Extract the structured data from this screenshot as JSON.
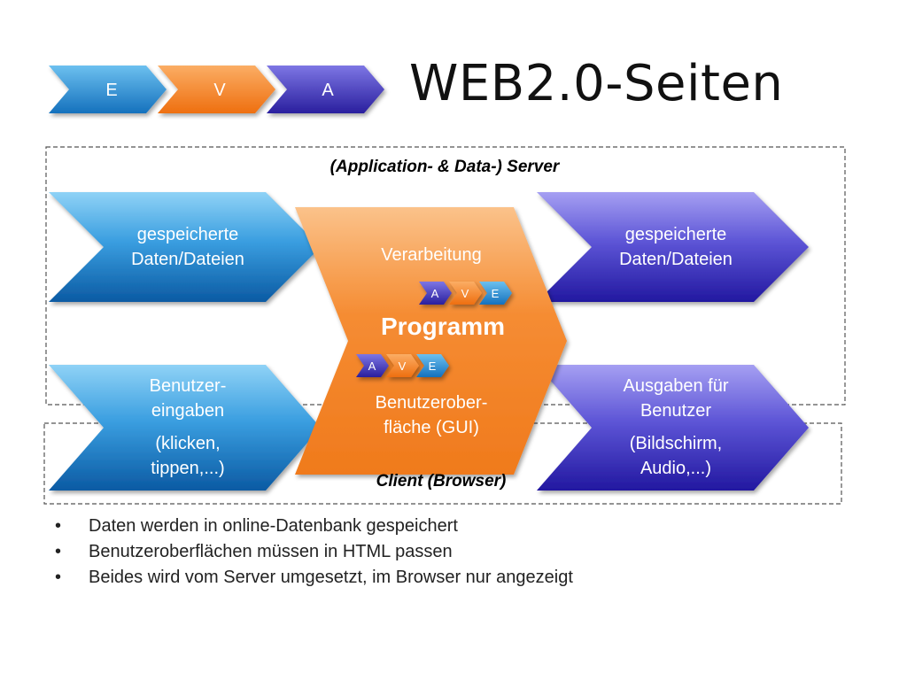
{
  "page": {
    "title": "WEB2.0-Seiten"
  },
  "eva_header": [
    "E",
    "V",
    "A"
  ],
  "server_label": "(Application- & Data-) Server",
  "client_label": "Client (Browser)",
  "left_top": [
    "gespeicherte",
    "Daten/Dateien"
  ],
  "right_top": [
    "gespeicherte",
    "Daten/Dateien"
  ],
  "left_bottom_upper": [
    "Benutzer-",
    "eingaben"
  ],
  "left_bottom_lower": [
    "(klicken,",
    "tippen,...)"
  ],
  "right_bottom_upper": [
    "Ausgaben für",
    "Benutzer"
  ],
  "right_bottom_lower": [
    "(Bildschirm,",
    "Audio,...)"
  ],
  "center": {
    "top": "Verarbeitung",
    "main": "Programm",
    "bottom": [
      "Benutzerober-",
      "fläche (GUI)"
    ],
    "eva_upper": [
      "A",
      "V",
      "E"
    ],
    "eva_lower": [
      "A",
      "V",
      "E"
    ]
  },
  "bullets": [
    "Daten werden in online-Datenbank gespeichert",
    "Benutzeroberflächen müssen in HTML passen",
    "Beides wird vom Server umgesetzt, im Browser nur angezeigt"
  ],
  "colors": {
    "E": "#2b8fd0",
    "V": "#f07a1c",
    "A": "#3a33b5",
    "blue_light": "#7cc8f2",
    "blue_dark": "#0d64a8",
    "purple_light": "#9a94ee",
    "purple_dark": "#2a1fa6",
    "orange_light": "#f9b26e",
    "orange_dark": "#f07a1c"
  }
}
